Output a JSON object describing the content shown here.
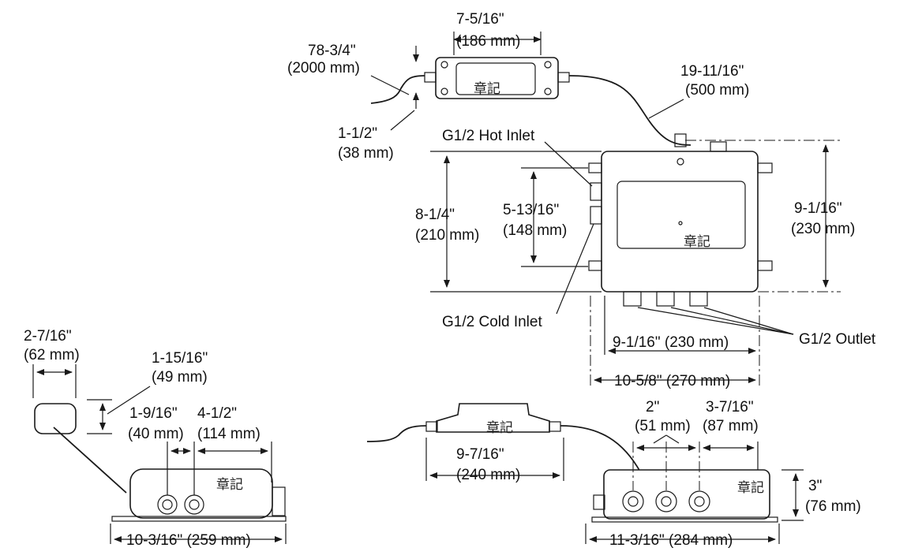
{
  "labels": {
    "sensor_width_in": "7-5/16\"",
    "sensor_width_mm": "(186 mm)",
    "cable_length_in": "78-3/4\"",
    "cable_length_mm": "(2000 mm)",
    "sensor_height_in": "1-1/2\"",
    "sensor_height_mm": "(38 mm)",
    "connector_cable_in": "19-11/16\"",
    "connector_cable_mm": "(500 mm)",
    "hot_inlet": "G1/2 Hot Inlet",
    "cold_inlet": "G1/2 Cold Inlet",
    "outlet": "G1/2 Outlet",
    "valve_height_in": "8-1/4\"",
    "valve_height_mm": "(210 mm)",
    "inlet_spacing_in": "5-13/16\"",
    "inlet_spacing_mm": "(148 mm)",
    "overall_height_in": "9-1/16\"",
    "overall_height_mm": "(230 mm)",
    "valve_width": "9-1/16\" (230 mm)",
    "overall_width": "10-5/8\" (270 mm)",
    "sensor_cap_in": "2-7/16\"",
    "sensor_cap_mm": "(62 mm)",
    "cap_height_in": "1-15/16\"",
    "cap_height_mm": "(49 mm)",
    "side_inlet_spacing_in": "1-9/16\"",
    "side_inlet_spacing_mm": "(40 mm)",
    "side_offset_in": "4-1/2\"",
    "side_offset_mm": "(114 mm)",
    "side_width": "10-3/16\" (259 mm)",
    "sensor_side_width_in": "9-7/16\"",
    "sensor_side_width_mm": "(240 mm)",
    "outlet_spacing_in": "2\"",
    "outlet_spacing_mm": "(51 mm)",
    "outlet_offset_in": "3-7/16\"",
    "outlet_offset_mm": "(87 mm)",
    "box_height_in": "3\"",
    "box_height_mm": "(76 mm)",
    "front_width": "11-3/16\" (284 mm)",
    "watermark": "章記"
  }
}
